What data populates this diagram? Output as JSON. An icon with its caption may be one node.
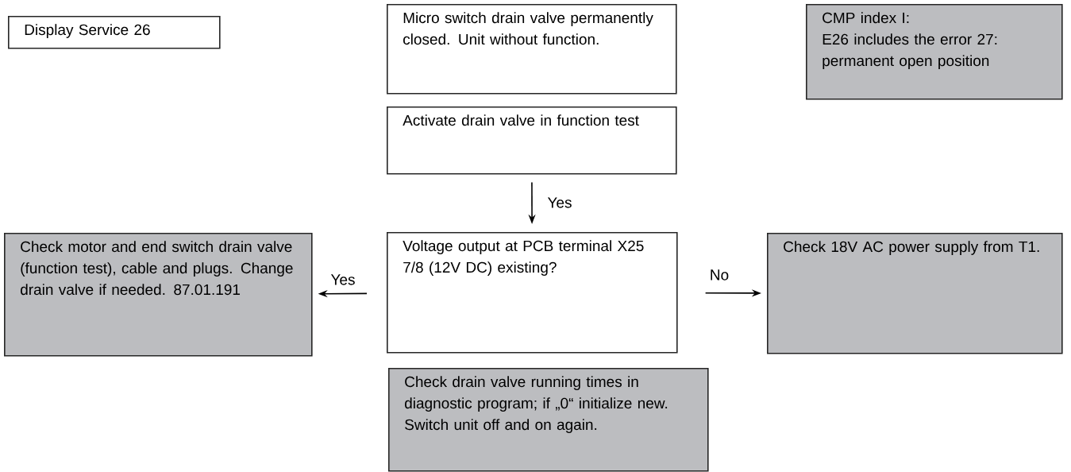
{
  "diagram": {
    "nodes": [
      {
        "text": [
          "Display Service 26"
        ]
      },
      {
        "text": [
          "Micro switch drain valve permanently closed. Unit without function."
        ]
      },
      {
        "text": [
          "CMP index I:",
          "E26 includes the error 27: permanent open position"
        ]
      },
      {
        "text": [
          "Activate drain valve in function test"
        ]
      },
      {
        "text": [
          "Check motor and end switch drain valve (function test), cable and plugs. Change drain valve if needed. 87.01.191"
        ]
      },
      {
        "text": [
          "Voltage output at PCB terminal  X25 7/8 (12V DC) existing?"
        ]
      },
      {
        "text": [
          "Check 18V AC power supply from T1."
        ]
      },
      {
        "text": [
          "Check drain valve running times in diagnostic program; if „0“ initialize new. Switch unit off and on again."
        ]
      }
    ],
    "edges": [
      {
        "from": 3,
        "to": 5,
        "arrow": "to",
        "label": "Yes"
      },
      {
        "from": 5,
        "to": 4,
        "arrow": "to",
        "label": "Yes"
      },
      {
        "from": 5,
        "to": 6,
        "arrow": "to",
        "label": "No"
      }
    ]
  }
}
